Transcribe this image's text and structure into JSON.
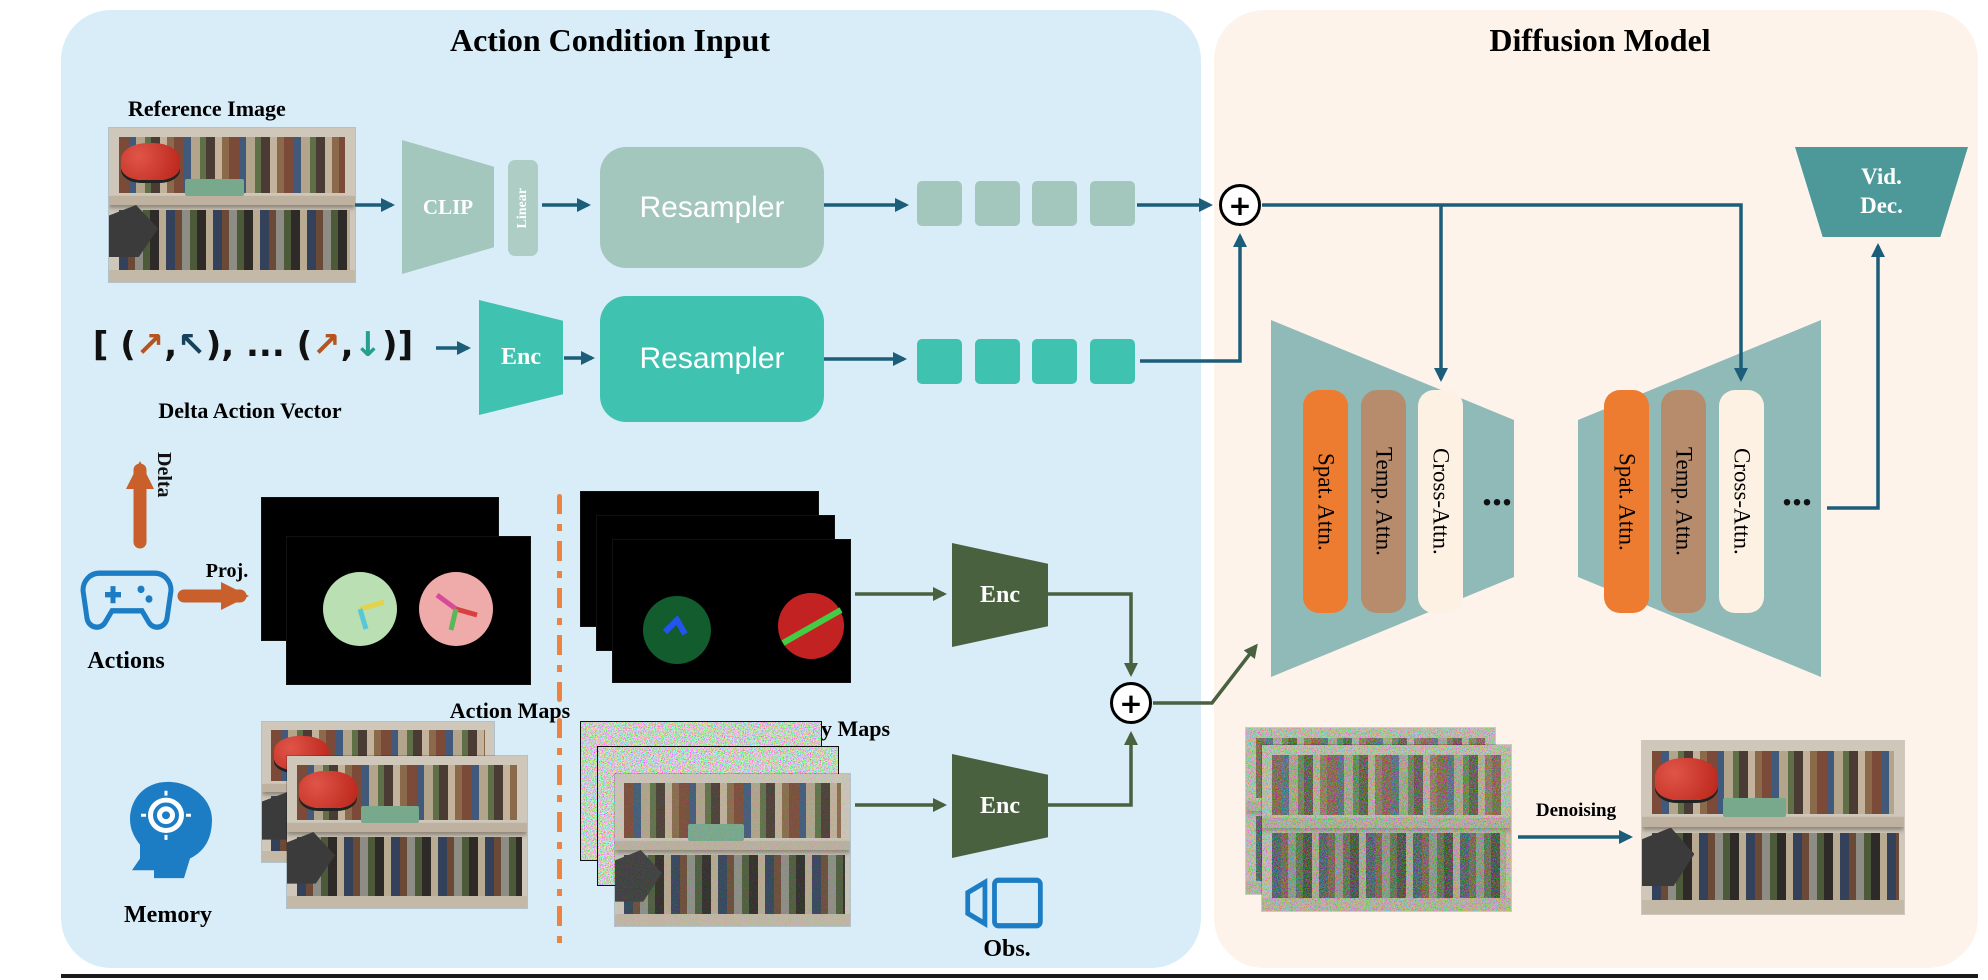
{
  "left_panel": {
    "title": "Action Condition Input",
    "reference_image_label": "Reference Image",
    "clip": "CLIP",
    "linear": "Linear",
    "resampler_top": "Resampler",
    "delta": {
      "open": "[ (",
      "a1": "↗",
      "comma1": ",",
      "a2": "↖",
      "mid": "), ... (",
      "a3": "↗",
      "comma2": ",",
      "a4": "↓",
      "close": ")]",
      "label": "Delta Action Vector",
      "delta_arrow_label": "Delta"
    },
    "enc_action": "Enc",
    "resampler_bottom": "Resampler",
    "actions_label": "Actions",
    "proj_label": "Proj.",
    "action_maps_label": "Action Maps",
    "ray_maps_label": "&& Ray Maps",
    "enc_ray": "Enc",
    "enc_obs": "Enc",
    "memory_label": "Memory",
    "obs_label": "Obs."
  },
  "right_panel": {
    "title": "Diffusion Model",
    "vid_dec_line1": "Vid.",
    "vid_dec_line2": "Dec.",
    "unet_blocks": [
      {
        "spat": "Spat. Attn.",
        "temp": "Temp. Attn.",
        "cross": "Cross-Attn.",
        "dots": "..."
      },
      {
        "spat": "Spat. Attn.",
        "temp": "Temp. Attn.",
        "cross": "Cross-Attn.",
        "dots": "..."
      }
    ],
    "denoising_label": "Denoising"
  },
  "symbols": {
    "plus": "+"
  },
  "colors": {
    "left_bg": "#d8edf8",
    "right_bg": "#fdf3eb",
    "sage": "#a3c6bd",
    "teal": "#3fc3b0",
    "darkgreen": "#49613f",
    "orange": "#c95f2b",
    "blue": "#1c5d7a",
    "spat": "#ed7c30",
    "temp": "#b78c6c",
    "cross": "#fcf1e3",
    "unet": "#8fbab7",
    "viddec": "#4d9899"
  }
}
